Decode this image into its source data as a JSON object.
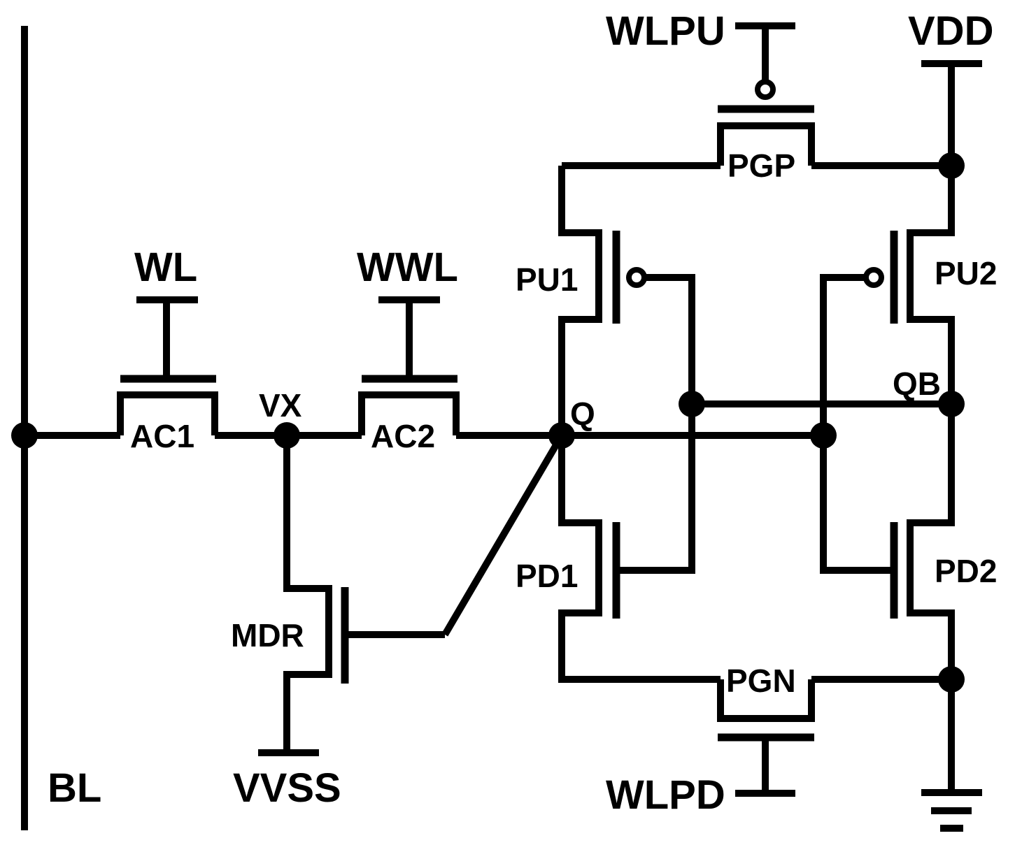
{
  "signals": {
    "bl": "BL",
    "wl": "WL",
    "wwl": "WWL",
    "vx": "VX",
    "q": "Q",
    "qb": "QB",
    "vdd": "VDD",
    "vvss": "VVSS",
    "wlpu": "WLPU",
    "wlpd": "WLPD"
  },
  "transistors": {
    "ac1": "AC1",
    "ac2": "AC2",
    "mdr": "MDR",
    "pu1": "PU1",
    "pu2": "PU2",
    "pd1": "PD1",
    "pd2": "PD2",
    "pgp": "PGP",
    "pgn": "PGN"
  }
}
